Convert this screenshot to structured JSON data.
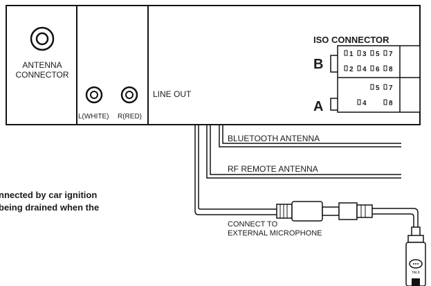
{
  "antenna": {
    "label_line1": "ANTENNA",
    "label_line2": "CONNECTOR"
  },
  "rca": {
    "left_label": "L(WHITE)",
    "right_label": "R(RED)"
  },
  "line_out": {
    "label": "LINE OUT"
  },
  "iso": {
    "title": "ISO CONNECTOR",
    "block_b": {
      "letter": "B",
      "row1": [
        "1",
        "3",
        "5",
        "7"
      ],
      "row2": [
        "2",
        "4",
        "6",
        "8"
      ]
    },
    "block_a": {
      "letter": "A",
      "row1": [
        "5",
        "7"
      ],
      "row2": [
        "4",
        "8"
      ]
    }
  },
  "cables": {
    "bluetooth": "BLUETOOTH ANTENNA",
    "rf_remote": "RF REMOTE ANTENNA",
    "mic_line1": "CONNECT TO",
    "mic_line2": "EXTERNAL MICROPHONE"
  },
  "side_text": {
    "line1": "nnected by car ignition",
    "line2": "being drained when the"
  },
  "mic": {
    "button_label": "TALK"
  }
}
